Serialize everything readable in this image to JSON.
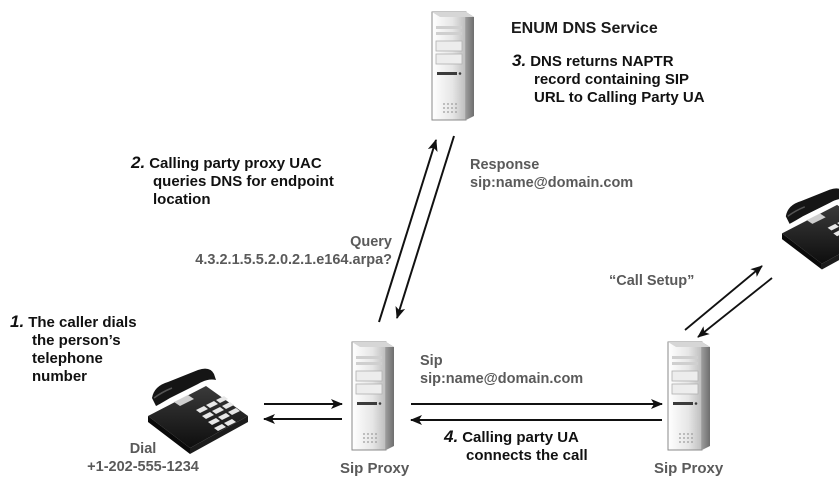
{
  "enum_title": "ENUM DNS Service",
  "step3": {
    "num": "3.",
    "l1": "DNS returns NAPTR",
    "l2": "record containing SIP",
    "l3": "URL to Calling Party UA"
  },
  "response": {
    "title": "Response",
    "value": "sip:name@domain.com"
  },
  "step2": {
    "num": "2.",
    "l1": "Calling party proxy UAC",
    "l2": "queries DNS for endpoint",
    "l3": "location"
  },
  "query": {
    "title": "Query",
    "value": "4.3.2.1.5.5.2.0.2.1.e164.arpa?"
  },
  "call_setup": "“Call Setup”",
  "step1": {
    "num": "1.",
    "l1": "The caller dials",
    "l2": "the person’s",
    "l3": "telephone",
    "l4": "number"
  },
  "sip": {
    "title": "Sip",
    "value": "sip:name@domain.com"
  },
  "dial": {
    "title": "Dial",
    "value": "+1-202-555-1234"
  },
  "step4": {
    "num": "4.",
    "l1": "Calling party UA",
    "l2": "connects the call"
  },
  "proxy_left_label": "Sip Proxy",
  "proxy_right_label": "Sip Proxy"
}
